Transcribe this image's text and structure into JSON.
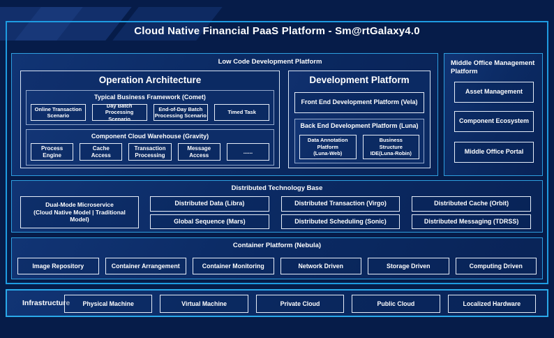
{
  "title": "Cloud Native Financial PaaS Platform - Sm@rtGalaxy4.0",
  "low_code": {
    "label": "Low Code Development Platform",
    "operation": {
      "title": "Operation Architecture",
      "comet": {
        "label": "Typical Business Framework (Comet)",
        "items": [
          "Online Transaction\nScenario",
          "Day Batch Processing\nScenario",
          "End-of-Day Batch\nProcessing Scenario",
          "Timed Task"
        ]
      },
      "gravity": {
        "label": "Component Cloud Warehouse (Gravity)",
        "items": [
          "Process\nEngine",
          "Cache\nAccess",
          "Transaction\nProcessing",
          "Message\nAccess",
          "......"
        ]
      }
    },
    "development": {
      "title": "Development Platform",
      "front_end": "Front End Development Platform (Vela)",
      "back_end": {
        "label": "Back End Development Platform (Luna)",
        "items": [
          "Data Annotation\nPlatform\n(Luna-Web)",
          "Business\nStructure\nIDE(Luna-Robin)"
        ]
      }
    }
  },
  "middle_office": {
    "label": "Middle Office Management\nPlatform",
    "items": [
      "Asset Management",
      "Component Ecosystem",
      "Middle Office Portal"
    ]
  },
  "distributed": {
    "label": "Distributed Technology Base",
    "microservice": "Dual-Mode Microservice\n(Cloud Native Model | Traditional\nModel)",
    "rows": [
      [
        "Distributed Data (Libra)",
        "Distributed Transaction (Virgo)",
        "Distributed Cache (Orbit)"
      ],
      [
        "Global Sequence (Mars)",
        "Distributed Scheduling (Sonic)",
        "Distributed Messaging (TDRSS)"
      ]
    ]
  },
  "container": {
    "label": "Container Platform (Nebula)",
    "items": [
      "Image Repository",
      "Container Arrangement",
      "Container Monitoring",
      "Network Driven",
      "Storage Driven",
      "Computing Driven"
    ]
  },
  "infrastructure": {
    "label": "Infrastructure",
    "items": [
      "Physical Machine",
      "Virtual Machine",
      "Private Cloud",
      "Public Cloud",
      "Localized Hardware"
    ]
  },
  "colors": {
    "page_background": "#061c49",
    "panel_fill": "#0b2a63",
    "outer_border": "#1e9ce2",
    "section_border": "#2e9fe0",
    "inner_border": "#e6edf8",
    "text": "#ffffff"
  }
}
